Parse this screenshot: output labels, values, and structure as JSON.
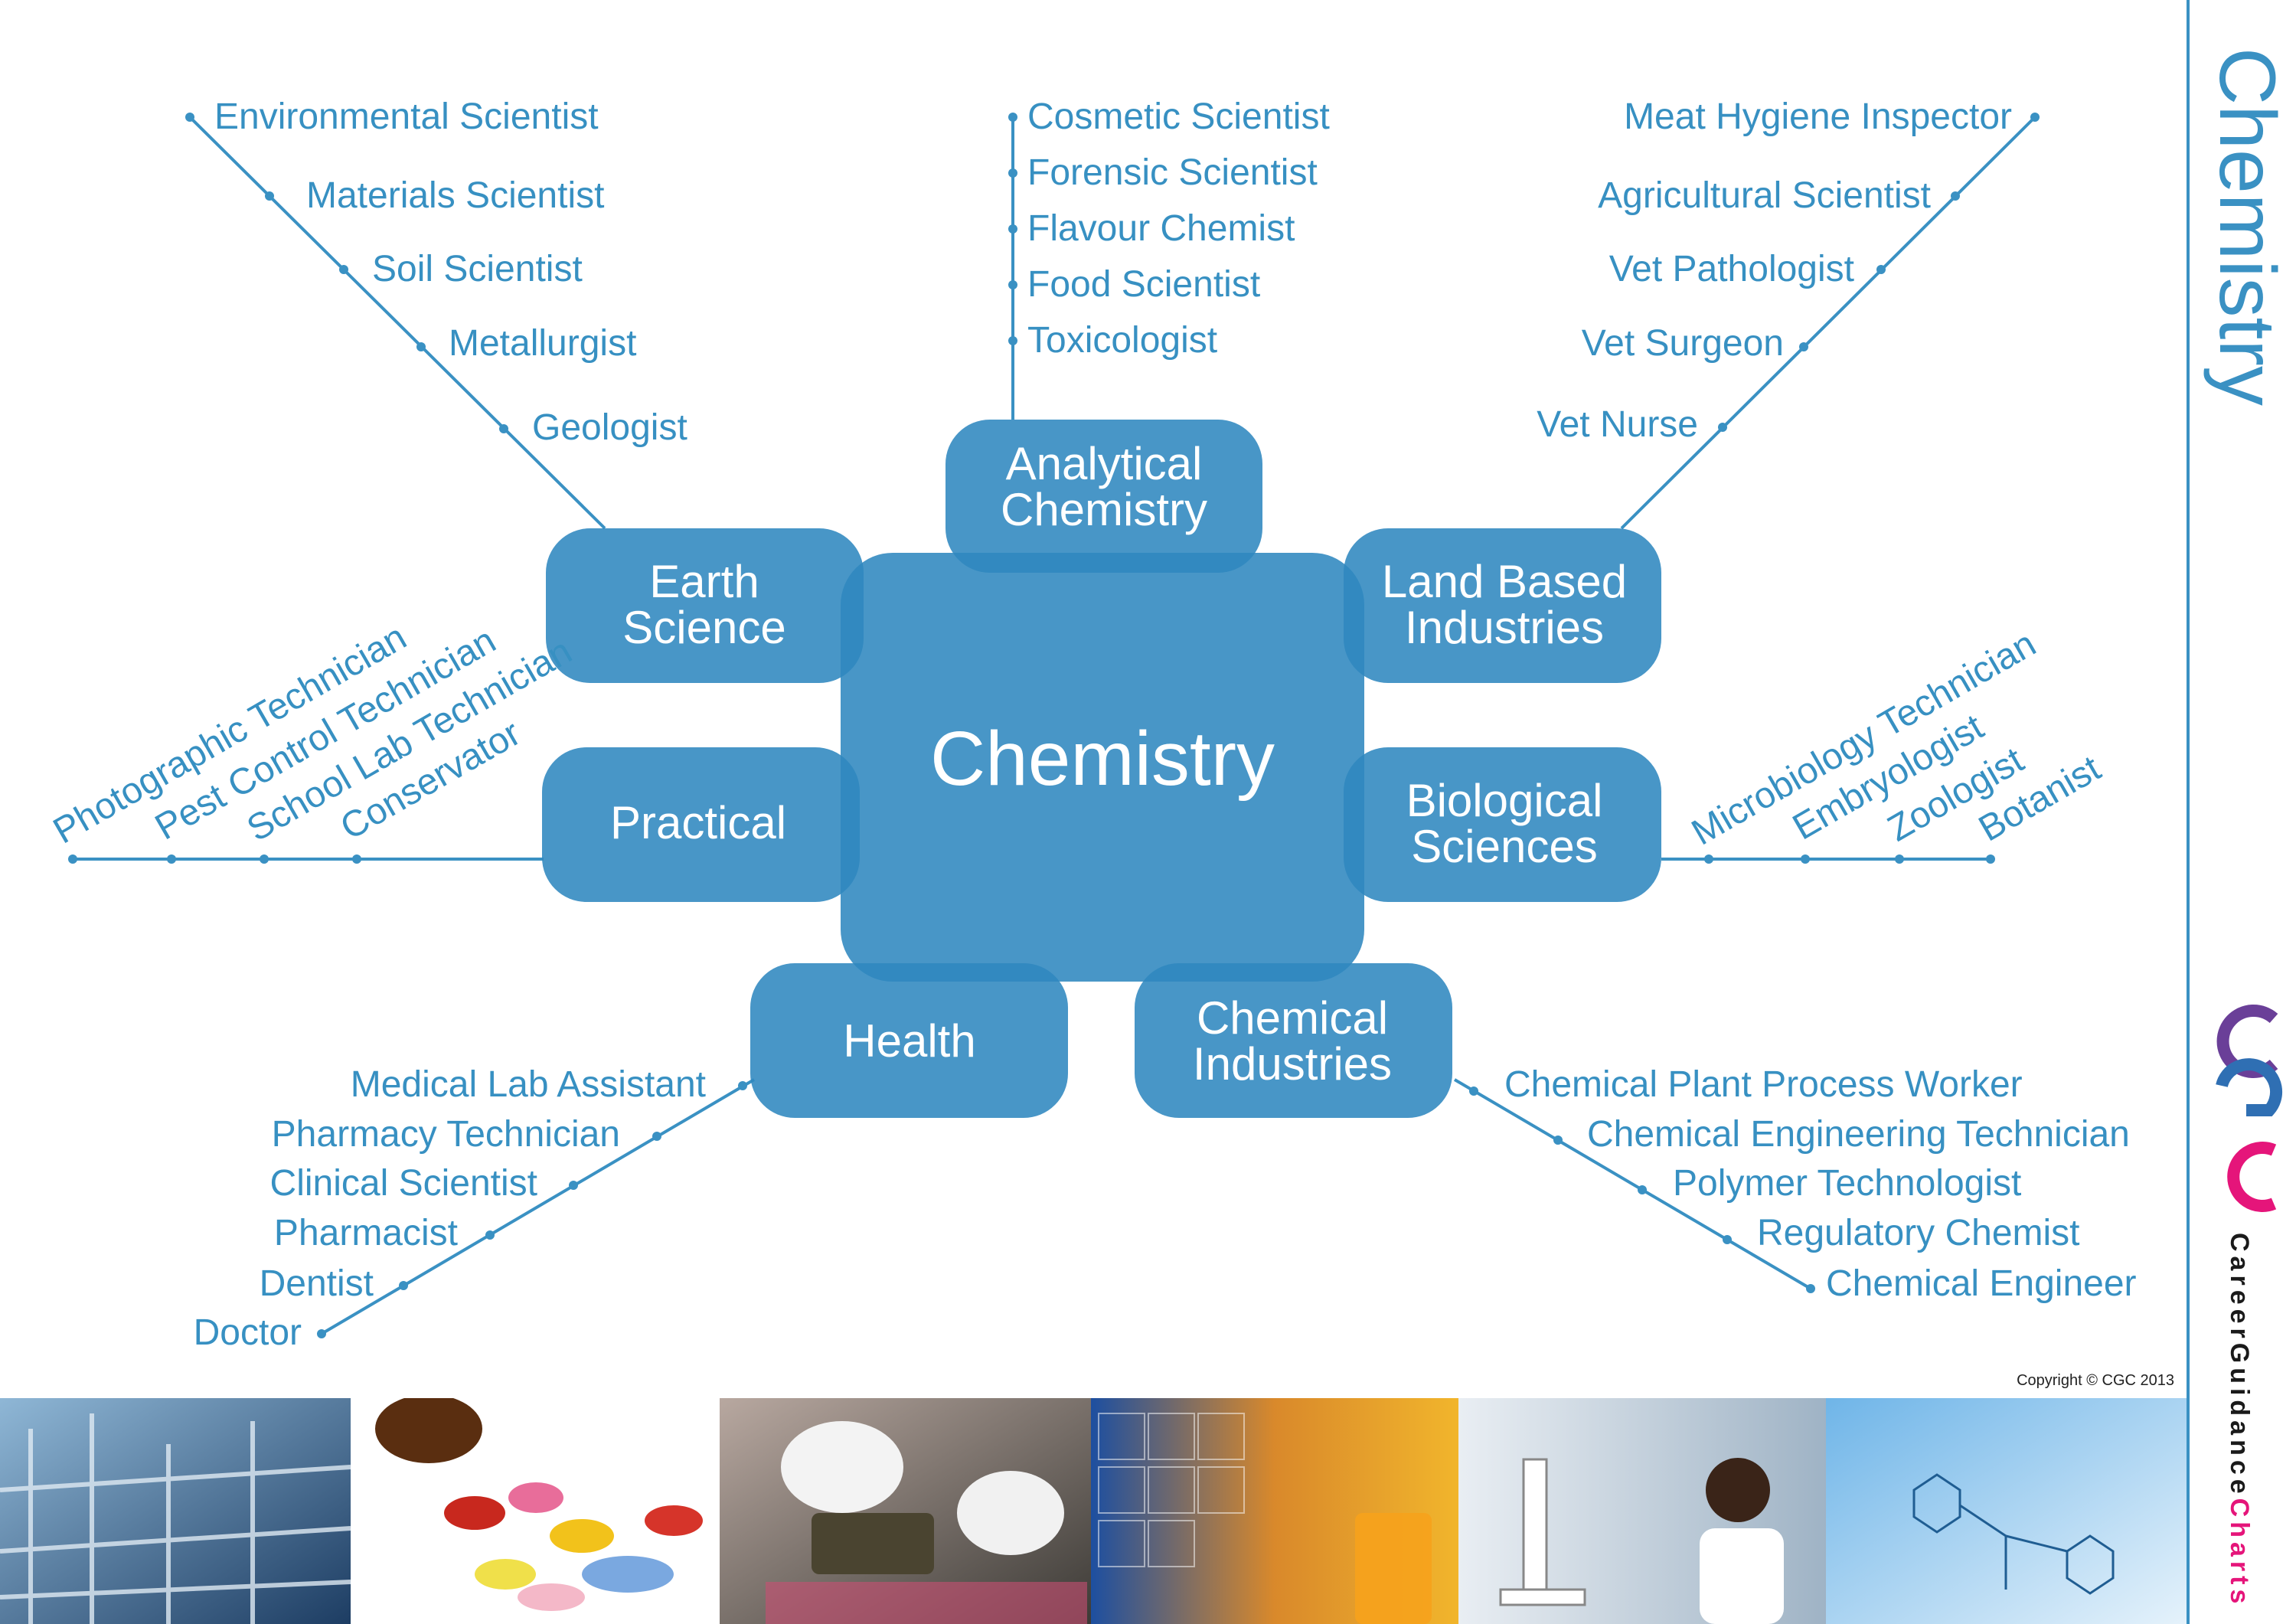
{
  "title": "Chemistry",
  "sidebar_title": "Chemistry",
  "copyright": "Copyright © CGC 2013",
  "brand": {
    "logo_text": "cgc",
    "name_part1": "CareerGuidance",
    "name_part2": "Charts",
    "accent": "#e5157a",
    "primary": "#2f88bf"
  },
  "hubs": [
    {
      "id": "analytical",
      "lines": [
        "Analytical",
        "Chemistry"
      ]
    },
    {
      "id": "earth",
      "lines": [
        "Earth",
        "Science"
      ]
    },
    {
      "id": "land",
      "lines": [
        "Land Based",
        "Industries"
      ]
    },
    {
      "id": "practical",
      "lines": [
        "Practical"
      ]
    },
    {
      "id": "biological",
      "lines": [
        "Biological",
        "Sciences"
      ]
    },
    {
      "id": "health",
      "lines": [
        "Health"
      ]
    },
    {
      "id": "chemical",
      "lines": [
        "Chemical",
        "Industries"
      ]
    }
  ],
  "branches": {
    "earth": [
      "Environmental Scientist",
      "Materials Scientist",
      "Soil Scientist",
      "Metallurgist",
      "Geologist"
    ],
    "analytical": [
      "Cosmetic Scientist",
      "Forensic Scientist",
      "Flavour Chemist",
      "Food Scientist",
      "Toxicologist"
    ],
    "land": [
      "Meat Hygiene Inspector",
      "Agricultural Scientist",
      "Vet Pathologist",
      "Vet Surgeon",
      "Vet Nurse"
    ],
    "practical": [
      "Photographic Technician",
      "Pest Control Technician",
      "School Lab Technician",
      "Conservator"
    ],
    "biological": [
      "Microbiology Technician",
      "Embryologist",
      "Zoologist",
      "Botanist"
    ],
    "health": [
      "Medical Lab Assistant",
      "Pharmacy Technician",
      "Clinical Scientist",
      "Pharmacist",
      "Dentist",
      "Doctor"
    ],
    "chemical": [
      "Chemical Plant Process Worker",
      "Chemical Engineering Technician",
      "Polymer Technologist",
      "Regulatory Chemist",
      "Chemical Engineer"
    ]
  },
  "photos": [
    {
      "name": "industrial-plant-photo"
    },
    {
      "name": "pills-photo"
    },
    {
      "name": "gloved-hands-photo"
    },
    {
      "name": "periodic-table-beaker-photo"
    },
    {
      "name": "lab-microscope-photo"
    },
    {
      "name": "molecule-structure-photo"
    }
  ]
}
